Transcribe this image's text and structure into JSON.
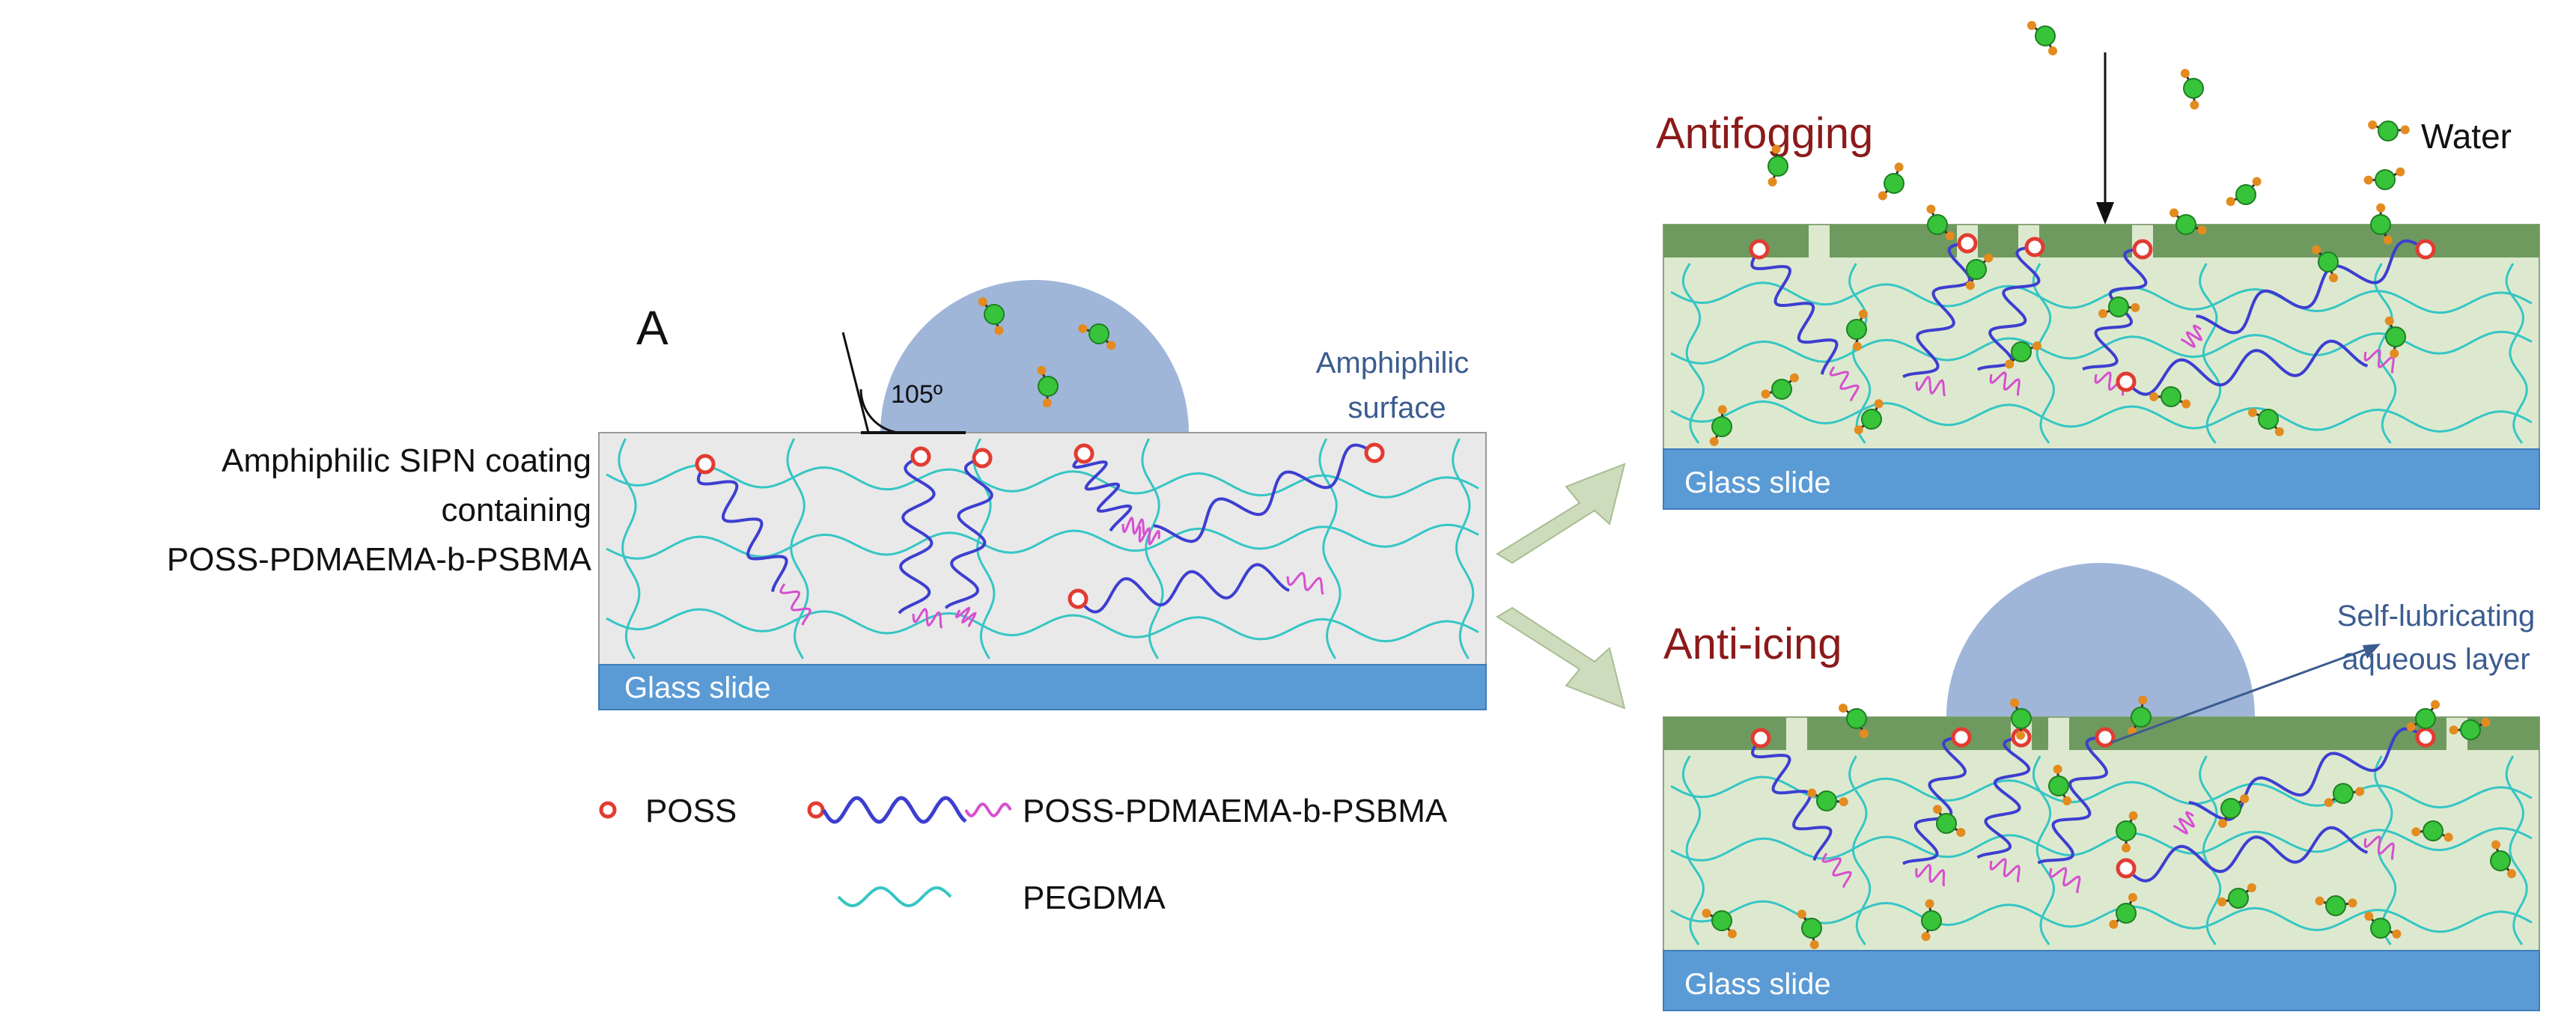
{
  "panel_label": "A",
  "coating_label": [
    "Amphiphilic SIPN coating",
    "containing",
    "POSS-PDMAEMA-b-PSBMA"
  ],
  "contact_angle": "105º",
  "surface_label": [
    "Amphiphilic",
    "surface"
  ],
  "substrate": "Glass slide",
  "legend": {
    "poss": "POSS",
    "copolymer": "POSS-PDMAEMA-b-PSBMA",
    "crosslinker": "PEGDMA"
  },
  "antifog": {
    "title": "Antifogging",
    "water": "Water"
  },
  "antiice": {
    "title": "Anti-icing",
    "layer_label": [
      "Self-lubricating",
      "aqueous layer"
    ]
  },
  "colors": {
    "coating": "#e9e9e9",
    "coating_green": "#dde9cf",
    "glass": "#5b9bd5",
    "surface_band": "#6e9a5f",
    "droplet": "#9fb6d9",
    "peg": "#35c6c4",
    "pdmaema": "#3d3ed0",
    "psbma": "#d64fd0",
    "poss": "#e23b32",
    "title": "#8b1a1a",
    "blue_text": "#3b5c8f",
    "arrow": "#cddcbc"
  }
}
